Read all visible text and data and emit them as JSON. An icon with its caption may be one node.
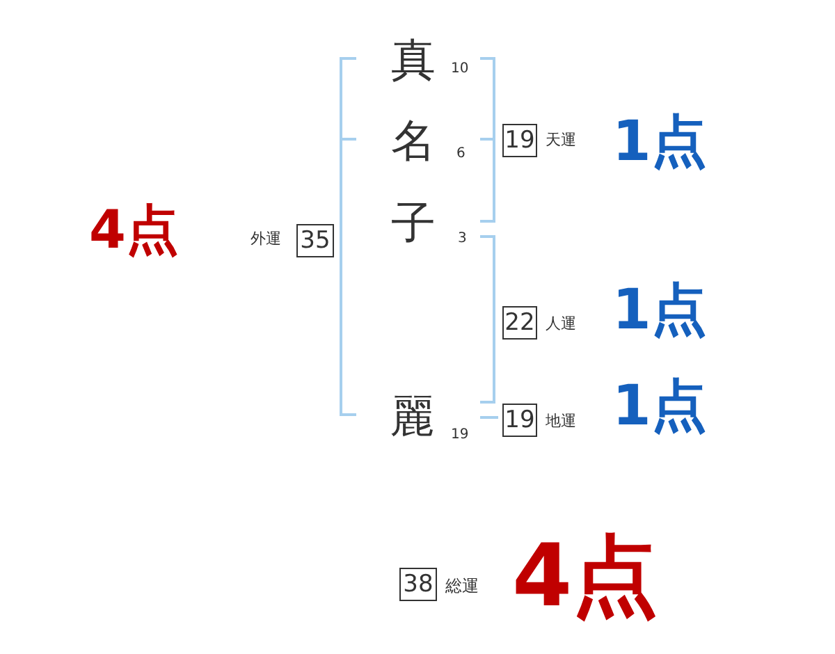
{
  "diagram": {
    "nodes": [
      {
        "text": [
          "19"
        ],
        "beside": [
          "天運",
          "1点"
        ]
      },
      {
        "text": [
          "35"
        ],
        "beside": [
          "外運",
          "4点"
        ]
      },
      {
        "text": [
          "22"
        ],
        "beside": [
          "人運",
          "1点"
        ]
      },
      {
        "text": [
          "19"
        ],
        "beside": [
          "地運",
          "1点"
        ]
      },
      {
        "text": [
          "38"
        ],
        "beside": [
          "総運",
          "4点"
        ]
      }
    ],
    "labels": [
      "真",
      "10",
      "名",
      "6",
      "子",
      "3",
      "麗",
      "19"
    ]
  }
}
